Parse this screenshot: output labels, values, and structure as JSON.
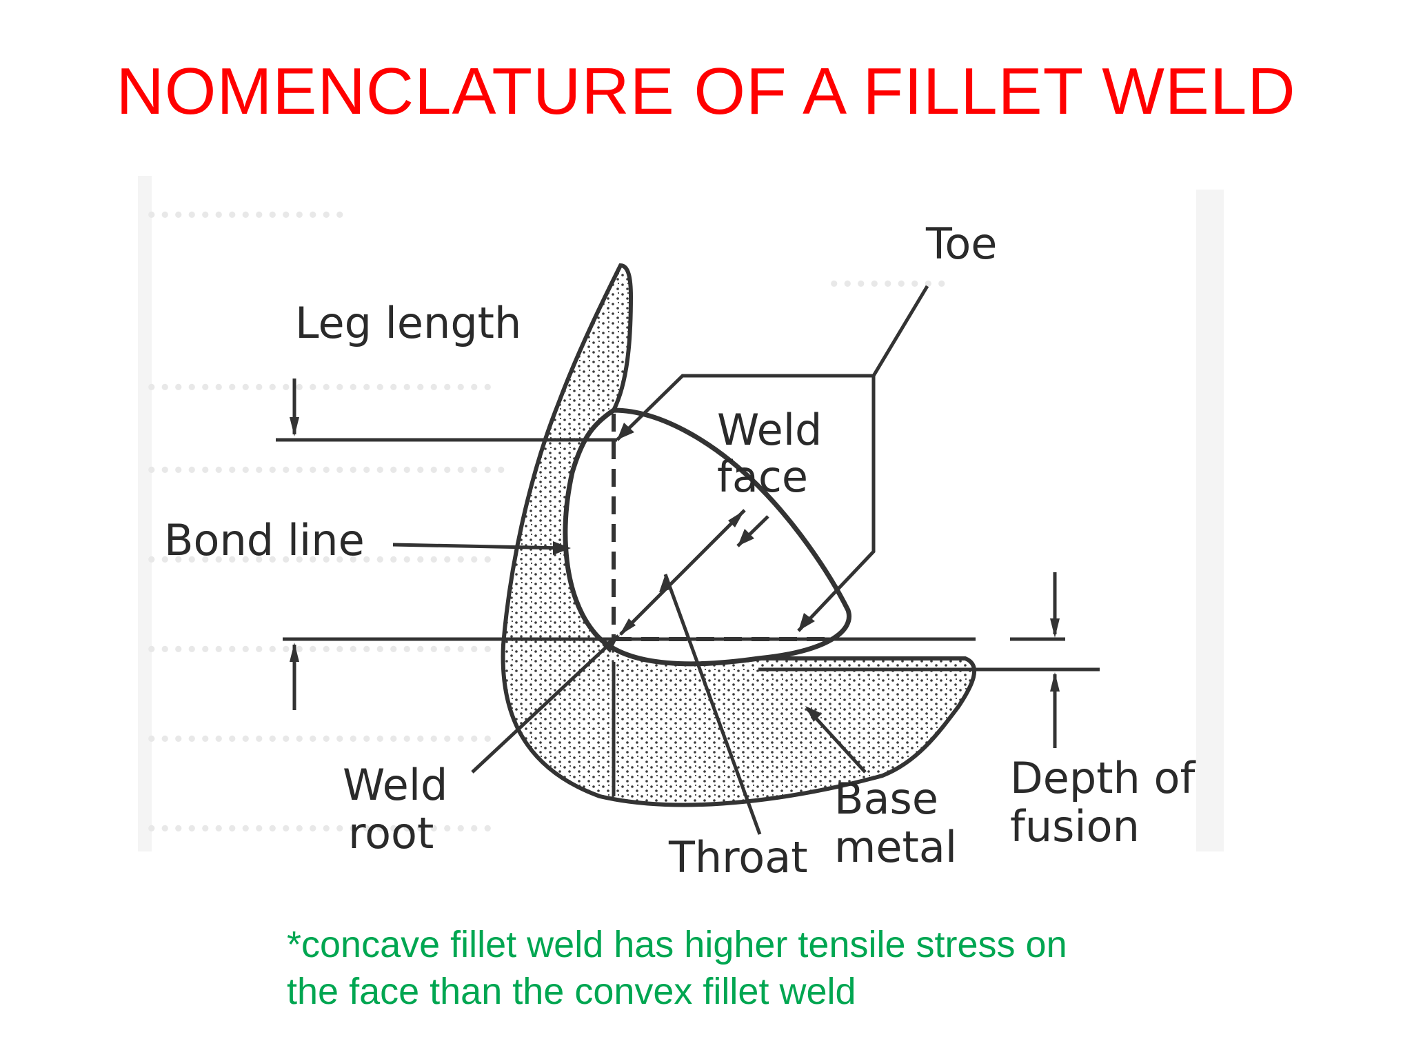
{
  "slide": {
    "title": "NOMENCLATURE OF A FILLET WELD",
    "title_color": "#ff0000",
    "note_line1": "*concave fillet weld has higher tensile stress on",
    "note_line2": "the face than the convex fillet weld",
    "note_color": "#00a651"
  },
  "diagram": {
    "labels": {
      "toe": "Toe",
      "leg_length": "Leg length",
      "weld_face_1": "Weld",
      "weld_face_2": "face",
      "bond_line": "Bond line",
      "weld_root_1": "Weld",
      "weld_root_2": "root",
      "throat": "Throat",
      "base_metal_1": "Base",
      "base_metal_2": "metal",
      "depth_of_fusion_1": "Depth of",
      "depth_of_fusion_2": "fusion"
    }
  }
}
